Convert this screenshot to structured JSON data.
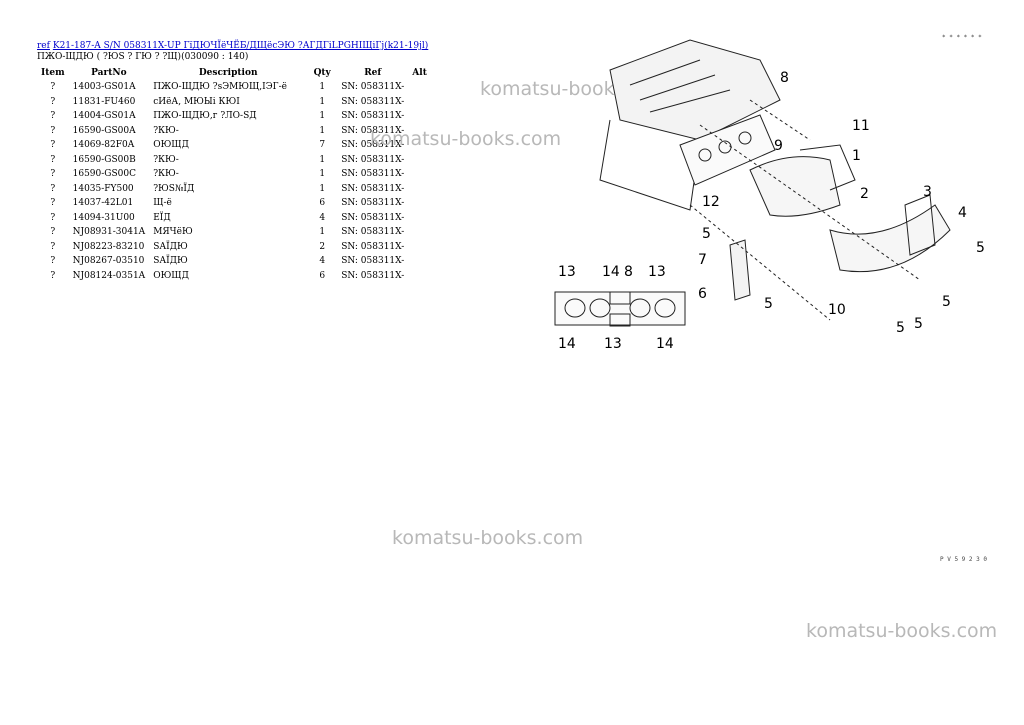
{
  "header": {
    "ref_label": "ref",
    "title_link": "K21-187-A S/N 058311X-UP ГїДЮЧЇёЧЁБ/ДЩёсЭЮ ?АГДГіLPGHIЩіГј(k21-19jl)"
  },
  "subtitle": "ПЖО-ЩДЮ ( ?ЮS ? ГЮ ? ?Щ)(030090 : 140)",
  "columns": [
    "Item",
    "PartNo",
    "Description",
    "Qty",
    "Ref",
    "Alt"
  ],
  "rows": [
    {
      "item": "?",
      "partno": "14003-GS01A",
      "desc": "ПЖО-ЩДЮ ?sЭМЮЩ,ІЭГ-ё",
      "qty": "1",
      "ref": "SN: 058311X-"
    },
    {
      "item": "?",
      "partno": "11831-FU460",
      "desc": "сИёА, МЮЫі КЮІ",
      "qty": "1",
      "ref": "SN: 058311X-"
    },
    {
      "item": "?",
      "partno": "14004-GS01A",
      "desc": "ПЖО-ЩДЮ,г ?ЛО-SД",
      "qty": "1",
      "ref": "SN: 058311X-"
    },
    {
      "item": "?",
      "partno": "16590-GS00A",
      "desc": "?КЮ-",
      "qty": "1",
      "ref": "SN: 058311X-"
    },
    {
      "item": "?",
      "partno": "14069-82F0A",
      "desc": "ОЮЩД",
      "qty": "7",
      "ref": "SN: 058311X-"
    },
    {
      "item": "?",
      "partno": "16590-GS00B",
      "desc": "?КЮ-",
      "qty": "1",
      "ref": "SN: 058311X-"
    },
    {
      "item": "?",
      "partno": "16590-GS00C",
      "desc": "?КЮ-",
      "qty": "1",
      "ref": "SN: 058311X-"
    },
    {
      "item": "?",
      "partno": "14035-FY500",
      "desc": "?ЮS№ЇД",
      "qty": "1",
      "ref": "SN: 058311X-"
    },
    {
      "item": "?",
      "partno": "14037-42L01",
      "desc": "Щ-ё",
      "qty": "6",
      "ref": "SN: 058311X-"
    },
    {
      "item": "?",
      "partno": "14094-31U00",
      "desc": "ЕЇД",
      "qty": "4",
      "ref": "SN: 058311X-"
    },
    {
      "item": "?",
      "partno": "NJ08931-3041A",
      "desc": "МЯЧёЮ",
      "qty": "1",
      "ref": "SN: 058311X-"
    },
    {
      "item": "?",
      "partno": "NJ08223-83210",
      "desc": "SАЇДЮ",
      "qty": "2",
      "ref": "SN: 058311X-"
    },
    {
      "item": "?",
      "partno": "NJ08267-03510",
      "desc": "SАЇДЮ",
      "qty": "4",
      "ref": "SN: 058311X-"
    },
    {
      "item": "?",
      "partno": "NJ08124-0351A",
      "desc": "ОЮЩД",
      "qty": "6",
      "ref": "SN: 058311X-"
    }
  ],
  "watermarks": [
    "komatsu-books.com",
    "komatsu-books.com",
    "komatsu-books.com",
    "komatsu-books.com"
  ],
  "diagram": {
    "callouts": [
      "8",
      "1",
      "11",
      "9",
      "2",
      "3",
      "4",
      "12",
      "5",
      "5",
      "5",
      "7",
      "6",
      "5",
      "10",
      "5",
      "5",
      "13",
      "14",
      "8",
      "13",
      "14",
      "13",
      "14"
    ],
    "code_bottom": "P V 5 9 2 3 0",
    "code_top": "* * * * * *"
  }
}
